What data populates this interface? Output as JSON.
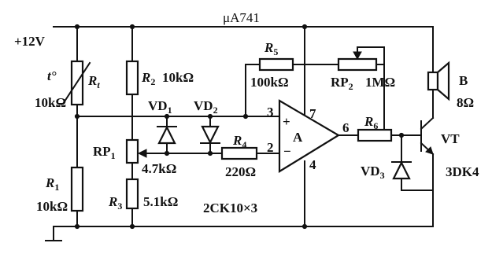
{
  "diagram": {
    "ic_part": "μA741",
    "supply": "+12V",
    "amp": {
      "name": "A",
      "pin_plus": "+",
      "pin_minus": "−",
      "pin3": "3",
      "pin2": "2",
      "pin7": "7",
      "pin4": "4",
      "pin6": "6"
    },
    "rt": {
      "name": "R",
      "sub": "t",
      "t_mark": "t°",
      "value": "10kΩ"
    },
    "r1": {
      "name": "R",
      "sub": "1",
      "value": "10kΩ"
    },
    "r2": {
      "name": "R",
      "sub": "2",
      "value": "10kΩ"
    },
    "r3": {
      "name": "R",
      "sub": "3",
      "value": "5.1kΩ"
    },
    "r4": {
      "name": "R",
      "sub": "4",
      "value": "220Ω"
    },
    "r5": {
      "name": "R",
      "sub": "5",
      "value": "100kΩ"
    },
    "r6": {
      "name": "R",
      "sub": "6"
    },
    "rp1": {
      "name": "RP",
      "sub": "1",
      "value": "4.7kΩ"
    },
    "rp2": {
      "name": "RP",
      "sub": "2",
      "value": "1MΩ"
    },
    "vd1": {
      "name": "VD",
      "sub": "1"
    },
    "vd2": {
      "name": "VD",
      "sub": "2"
    },
    "vd3": {
      "name": "VD",
      "sub": "3"
    },
    "diode_part": "2CK10×3",
    "vt": {
      "name": "VT",
      "part": "3DK4"
    },
    "speaker": {
      "name": "B",
      "value": "8Ω"
    },
    "colors": {
      "ink": "#111111",
      "background": "#ffffff"
    }
  }
}
